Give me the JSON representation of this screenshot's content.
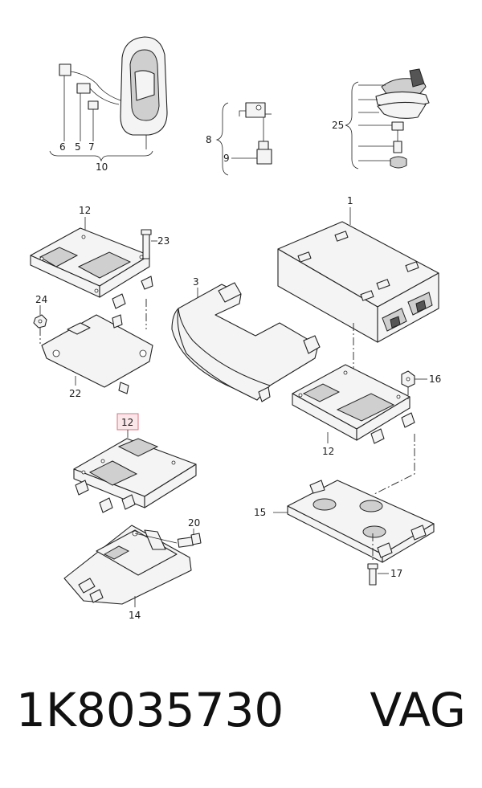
{
  "diagram": {
    "labels": {
      "l1": "1",
      "l3": "3",
      "l5": "5",
      "l6": "6",
      "l7": "7",
      "l8": "8",
      "l9": "9",
      "l10": "10",
      "l12a": "12",
      "l12b": "12",
      "l12c": "12",
      "l14": "14",
      "l15": "15",
      "l16": "16",
      "l17": "17",
      "l20": "20",
      "l22": "22",
      "l23": "23",
      "l24": "24",
      "l25": "25"
    },
    "highlight_color": "#d8737f"
  },
  "footer": {
    "part_number": "1K8035730",
    "brand": "VAG"
  }
}
